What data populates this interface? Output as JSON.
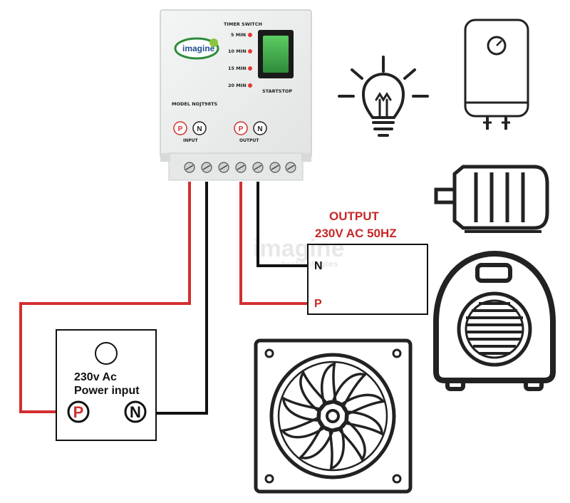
{
  "device": {
    "brand": "imagine",
    "title": "TIMER SWITCH",
    "timer_options": [
      "5 MIN",
      "10 MIN",
      "15 MIN",
      "20 MIN"
    ],
    "button_label": "STARTSTOP",
    "model": "MODEL NOJT98TS",
    "input_label": "INPUT",
    "output_label": "OUTPUT",
    "terminal_p": "P",
    "terminal_n": "N"
  },
  "output": {
    "title": "OUTPUT",
    "spec": "230V AC 50HZ",
    "terminal_n": "N",
    "terminal_p": "P"
  },
  "power_input": {
    "line1": "230v Ac",
    "line2": "Power input",
    "terminal_p": "P",
    "terminal_n": "N"
  },
  "watermark": {
    "line1": "imagine",
    "line2": "technologies"
  },
  "colors": {
    "live_wire": "#d32f2f",
    "neutral_wire": "#111111",
    "output_text": "#c62828",
    "led": "#e53935",
    "switch_green": "#3fa34d",
    "panel": "#eef0f0"
  }
}
